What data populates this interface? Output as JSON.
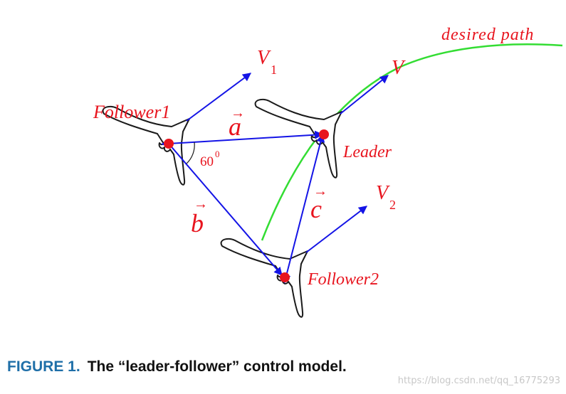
{
  "diagram": {
    "labels": {
      "desired_path": "desired path",
      "leader_velocity": "V",
      "follower1_velocity": "V",
      "follower1_velocity_sub": "1",
      "follower2_velocity": "V",
      "follower2_velocity_sub": "2",
      "follower1": "Follower1",
      "leader": "Leader",
      "follower2": "Follower2",
      "vector_a": "a",
      "vector_b": "b",
      "vector_c": "c",
      "arrow_mark": "→",
      "angle": "60",
      "angle_sup": "0"
    },
    "colors": {
      "label_red": "#e8141e",
      "vector_blue": "#1414e6",
      "path_green": "#33dd33",
      "aircraft_outline": "#1a1a1a",
      "dot_red": "#e8141e"
    }
  },
  "caption": {
    "figure_number": "FIGURE 1.",
    "text": "The “leader-follower” control model."
  },
  "watermark": "https://blog.csdn.net/qq_16775293"
}
